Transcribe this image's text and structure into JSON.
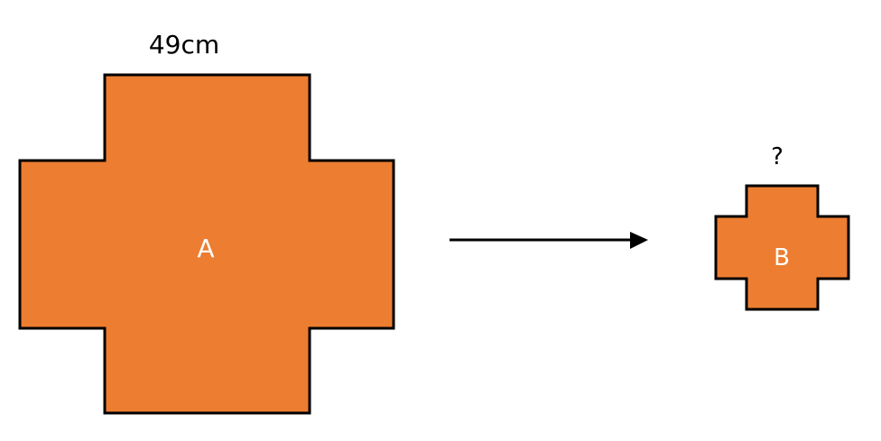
{
  "colors": {
    "shape_fill": "#ED7D31",
    "outline": "#000000",
    "inner_label": "#FFFFFF",
    "text": "#000000"
  },
  "shape_a": {
    "label": "A",
    "dimension_label": "49cm"
  },
  "arrow": {
    "direction": "right"
  },
  "shape_b": {
    "label": "B",
    "dimension_label": "?"
  }
}
